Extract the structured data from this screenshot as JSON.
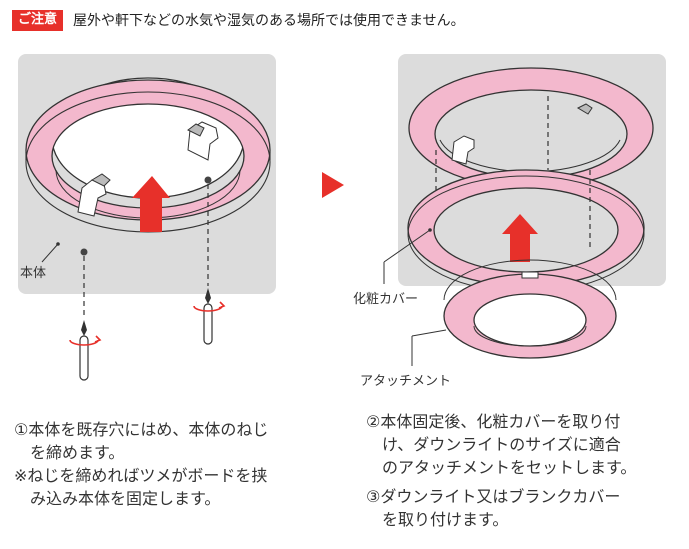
{
  "notice": {
    "badge": "ご注意",
    "text": "屋外や軒下などの水気や湿気のある場所では使用できません。"
  },
  "labels": {
    "body": "本体",
    "cover": "化粧カバー",
    "attachment": "アタッチメント"
  },
  "steps": {
    "step1_line1": "①本体を既存穴にはめ、本体のねじ",
    "step1_line2": "を締めます。",
    "note_line1": "※ねじを締めればツメがボードを挟",
    "note_line2": "み込み本体を固定します。",
    "step2_line1": "②本体固定後、化粧カバーを取り付",
    "step2_line2": "け、ダウンライトのサイズに適合",
    "step2_line3": "のアタッチメントをセットします。",
    "step3_line1": "③ダウンライト又はブランクカバー",
    "step3_line2": "を取り付けます。"
  },
  "colors": {
    "accent": "#e7302a",
    "ring_pink": "#f3b8cd",
    "ceiling_gray": "#dcdcdc",
    "arrow_red": "#e7302a"
  }
}
